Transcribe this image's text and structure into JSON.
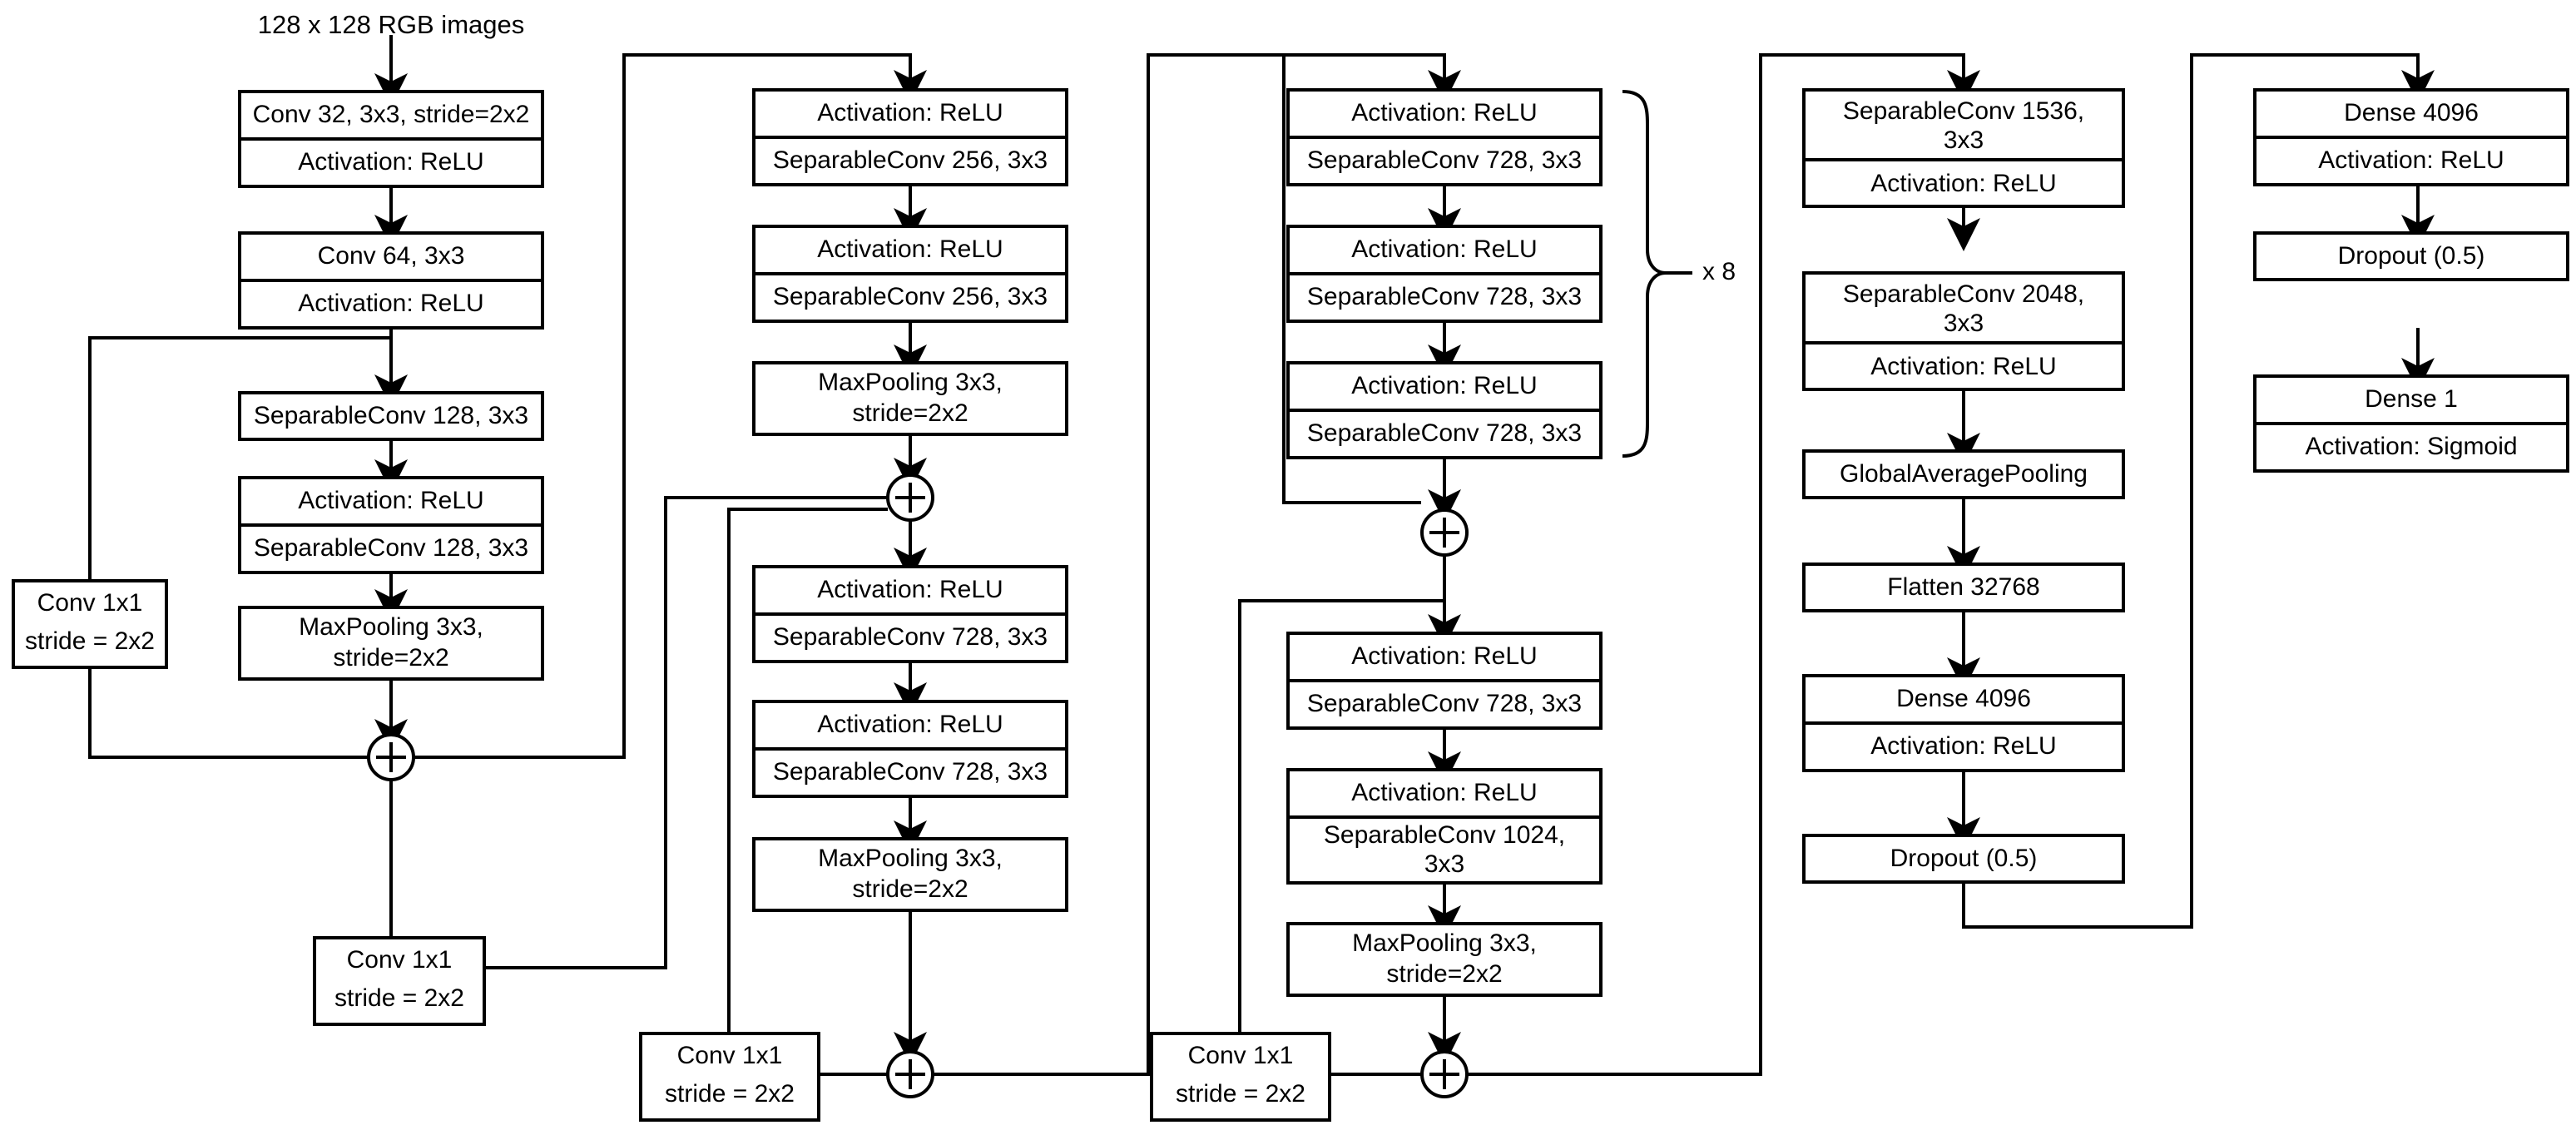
{
  "diagram": {
    "title_caption": "128 x 128 RGB images",
    "repeat_label": "x 8",
    "accent_color": "#000000",
    "background_color": "#ffffff"
  },
  "entry_flow": {
    "caption": "128 x 128 RGB images",
    "blocks": [
      {
        "id": "conv32",
        "lines": [
          "Conv 32, 3x3, stride=2x2",
          "Activation: ReLU"
        ]
      },
      {
        "id": "conv64",
        "lines": [
          "Conv 64, 3x3",
          "Activation: ReLU"
        ]
      },
      {
        "id": "sepconv128a",
        "lines": [
          "SeparableConv 128, 3x3"
        ]
      },
      {
        "id": "sepconv128b",
        "lines": [
          "Activation: ReLU",
          "SeparableConv 128, 3x3"
        ]
      },
      {
        "id": "maxpool1",
        "lines": [
          "MaxPooling 3x3,",
          "stride=2x2"
        ]
      }
    ],
    "shortcut": {
      "id": "conv1x1_a",
      "lines": [
        "Conv 1x1",
        "stride = 2x2"
      ]
    }
  },
  "block2": {
    "blocks": [
      {
        "id": "sep256a",
        "lines": [
          "Activation: ReLU",
          "SeparableConv 256, 3x3"
        ]
      },
      {
        "id": "sep256b",
        "lines": [
          "Activation: ReLU",
          "SeparableConv 256, 3x3"
        ]
      },
      {
        "id": "maxpool2",
        "lines": [
          "MaxPooling 3x3,",
          "stride=2x2"
        ]
      }
    ],
    "shortcut": {
      "id": "conv1x1_b",
      "lines": [
        "Conv 1x1",
        "stride = 2x2"
      ]
    }
  },
  "block3": {
    "blocks": [
      {
        "id": "sep728a",
        "lines": [
          "Activation: ReLU",
          "SeparableConv 728, 3x3"
        ]
      },
      {
        "id": "sep728b",
        "lines": [
          "Activation: ReLU",
          "SeparableConv 728, 3x3"
        ]
      },
      {
        "id": "maxpool3",
        "lines": [
          "MaxPooling 3x3,",
          "stride=2x2"
        ]
      }
    ],
    "shortcut": {
      "id": "conv1x1_c",
      "lines": [
        "Conv 1x1",
        "stride = 2x2"
      ]
    }
  },
  "middle_flow": {
    "repeat_label": "x 8",
    "blocks": [
      {
        "id": "mid728a",
        "lines": [
          "Activation: ReLU",
          "SeparableConv 728, 3x3"
        ]
      },
      {
        "id": "mid728b",
        "lines": [
          "Activation: ReLU",
          "SeparableConv 728, 3x3"
        ]
      },
      {
        "id": "mid728c",
        "lines": [
          "Activation: ReLU",
          "SeparableConv 728, 3x3"
        ]
      }
    ]
  },
  "exit_flow_a": {
    "blocks": [
      {
        "id": "exit728",
        "lines": [
          "Activation: ReLU",
          "SeparableConv 728, 3x3"
        ]
      },
      {
        "id": "exit1024",
        "lines": [
          "Activation: ReLU",
          "SeparableConv 1024,",
          "3x3"
        ]
      },
      {
        "id": "maxpool4",
        "lines": [
          "MaxPooling 3x3,",
          "stride=2x2"
        ]
      }
    ],
    "shortcut": {
      "id": "conv1x1_d",
      "lines": [
        "Conv 1x1",
        "stride = 2x2"
      ]
    }
  },
  "exit_flow_b": {
    "blocks": [
      {
        "id": "sep1536",
        "lines": [
          "SeparableConv 1536,",
          "3x3",
          "Activation: ReLU"
        ]
      },
      {
        "id": "sep2048",
        "lines": [
          "SeparableConv 2048,",
          "3x3",
          "Activation: ReLU"
        ]
      },
      {
        "id": "gap",
        "lines": [
          "GlobalAveragePooling"
        ]
      },
      {
        "id": "flatten",
        "lines": [
          "Flatten 32768"
        ]
      },
      {
        "id": "dense4096_1",
        "lines": [
          "Dense 4096",
          "Activation: ReLU"
        ]
      },
      {
        "id": "dropout_1",
        "lines": [
          "Dropout (0.5)"
        ]
      }
    ]
  },
  "classifier": {
    "blocks": [
      {
        "id": "dense4096_2",
        "lines": [
          "Dense 4096",
          "Activation: ReLU"
        ]
      },
      {
        "id": "dropout_2",
        "lines": [
          "Dropout (0.5)"
        ]
      },
      {
        "id": "dense1",
        "lines": [
          "Dense 1",
          "Activation: Sigmoid"
        ]
      }
    ]
  },
  "labels": {
    "caption": "128 x 128 RGB images",
    "c1_b1_l1": "Conv 32, 3x3, stride=2x2",
    "c1_b1_l2": "Activation: ReLU",
    "c1_b2_l1": "Conv 64, 3x3",
    "c1_b2_l2": "Activation: ReLU",
    "c1_b3_l1": "SeparableConv 128, 3x3",
    "c1_b4_l1": "Activation: ReLU",
    "c1_b4_l2": "SeparableConv 128, 3x3",
    "c1_b5_l1": "MaxPooling 3x3,",
    "c1_b5_l2": "stride=2x2",
    "sc_a_l1": "Conv 1x1",
    "sc_a_l2": "stride = 2x2",
    "c2_b1_l1": "Activation: ReLU",
    "c2_b1_l2": "SeparableConv 256, 3x3",
    "c2_b2_l1": "Activation: ReLU",
    "c2_b2_l2": "SeparableConv 256, 3x3",
    "c2_b3_l1": "MaxPooling 3x3,",
    "c2_b3_l2": "stride=2x2",
    "c2_b4_l1": "Activation: ReLU",
    "c2_b4_l2": "SeparableConv 728, 3x3",
    "c2_b5_l1": "Activation: ReLU",
    "c2_b5_l2": "SeparableConv 728, 3x3",
    "c2_b6_l1": "MaxPooling 3x3,",
    "c2_b6_l2": "stride=2x2",
    "sc_b_l1": "Conv 1x1",
    "sc_b_l2": "stride = 2x2",
    "sc_c_l1": "Conv 1x1",
    "sc_c_l2": "stride = 2x2",
    "c3_b1_l1": "Activation: ReLU",
    "c3_b1_l2": "SeparableConv 728, 3x3",
    "c3_b2_l1": "Activation: ReLU",
    "c3_b2_l2": "SeparableConv 728, 3x3",
    "c3_b3_l1": "Activation: ReLU",
    "c3_b3_l2": "SeparableConv 728, 3x3",
    "repeat": "x 8",
    "c3_b4_l1": "Activation: ReLU",
    "c3_b4_l2": "SeparableConv 728, 3x3",
    "c3_b5_l1": "Activation: ReLU",
    "c3_b5_l2": "SeparableConv 1024,",
    "c3_b5_l3": "3x3",
    "c3_b6_l1": "MaxPooling 3x3,",
    "c3_b6_l2": "stride=2x2",
    "sc_d_l1": "Conv 1x1",
    "sc_d_l2": "stride = 2x2",
    "c4_b1_l1": "SeparableConv 1536,",
    "c4_b1_l2": "3x3",
    "c4_b1_l3": "Activation: ReLU",
    "c4_b2_l1": "SeparableConv 2048,",
    "c4_b2_l2": "3x3",
    "c4_b2_l3": "Activation: ReLU",
    "c4_b3_l1": "GlobalAveragePooling",
    "c4_b4_l1": "Flatten 32768",
    "c4_b5_l1": "Dense 4096",
    "c4_b5_l2": "Activation: ReLU",
    "c4_b6_l1": "Dropout (0.5)",
    "c5_b1_l1": "Dense 4096",
    "c5_b1_l2": "Activation: ReLU",
    "c5_b2_l1": "Dropout (0.5)",
    "c5_b3_l1": "Dense 1",
    "c5_b3_l2": "Activation: Sigmoid"
  }
}
